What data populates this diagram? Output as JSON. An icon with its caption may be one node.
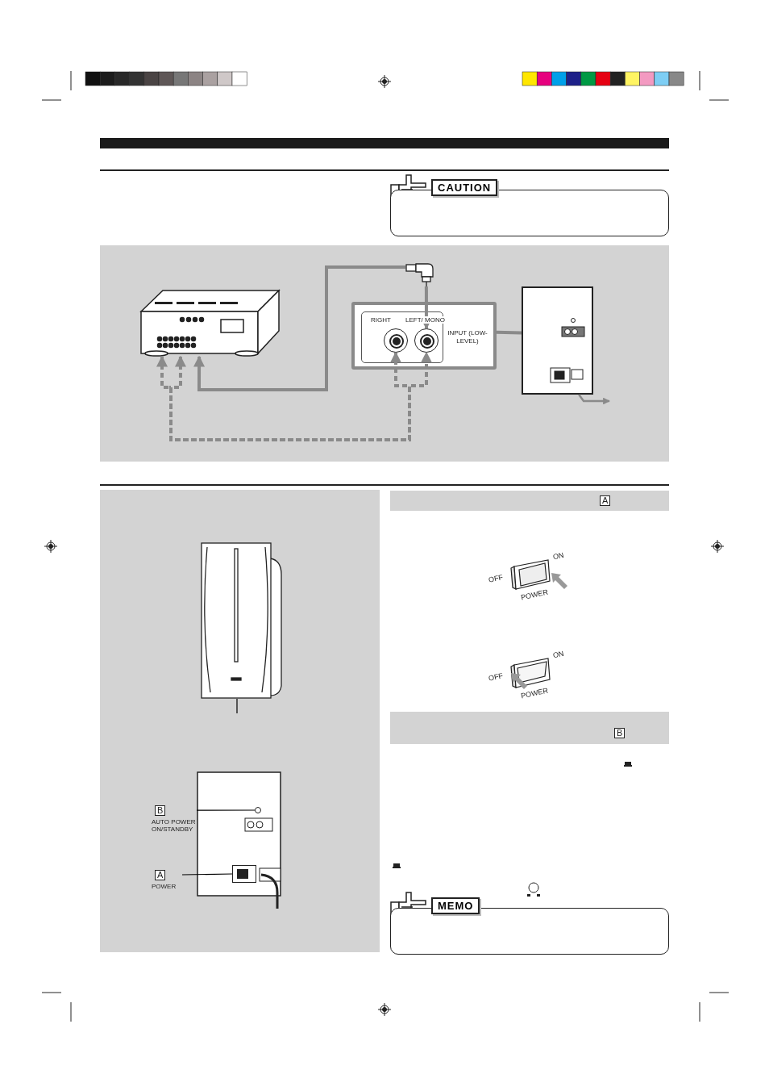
{
  "diagram": {
    "nodes": [
      {
        "text": [
          "CAUTION"
        ]
      },
      {
        "text": [],
        "shape": "picture"
      },
      {
        "text": [],
        "shape": "picture"
      },
      {
        "text": [
          "RIGHT",
          "LEFT/ MONO",
          "INPUT (LOW-LEVEL)"
        ]
      },
      {
        "text": [],
        "shape": "circle",
        "in": 3
      },
      {
        "text": [],
        "shape": "circle",
        "in": 3
      },
      {
        "text": [],
        "shape": "picture"
      },
      {
        "text": [],
        "shape": "picture"
      },
      {
        "text": [
          "A"
        ]
      },
      {
        "text": [
          "OFF",
          "ON",
          "POWER"
        ]
      },
      {
        "text": [
          "OFF",
          "ON",
          "POWER"
        ]
      },
      {
        "text": [
          "B"
        ]
      },
      {
        "text": [],
        "shape": "picture"
      },
      {
        "text": [],
        "shape": "circle",
        "in": 12
      },
      {
        "text": [],
        "shape": "box",
        "in": 12
      },
      {
        "text": [
          "B",
          "AUTO POWER ON/STANDBY"
        ]
      },
      {
        "text": [
          "A",
          "POWER"
        ]
      },
      {
        "text": [
          "MEMO"
        ]
      }
    ],
    "edges": [
      {
        "from": 2,
        "to": 1,
        "arrow": "to"
      },
      {
        "from": 2,
        "to": 5,
        "arrow": "to"
      },
      {
        "from": 1,
        "to": 4,
        "arrow": "both",
        "style": "dashed"
      },
      {
        "from": 1,
        "to": 5,
        "arrow": "both",
        "style": "dashed"
      },
      {
        "from": 3,
        "to": 6,
        "arrow": "none"
      },
      {
        "from": 6,
        "to": null,
        "arrow": "to"
      },
      {
        "from": 7,
        "to": null,
        "arrow": "none",
        "color": "#000000"
      },
      {
        "from": 15,
        "to": 13,
        "arrow": "none",
        "color": "#000000"
      },
      {
        "from": 16,
        "to": 14,
        "arrow": "none",
        "color": "#000000"
      }
    ]
  }
}
